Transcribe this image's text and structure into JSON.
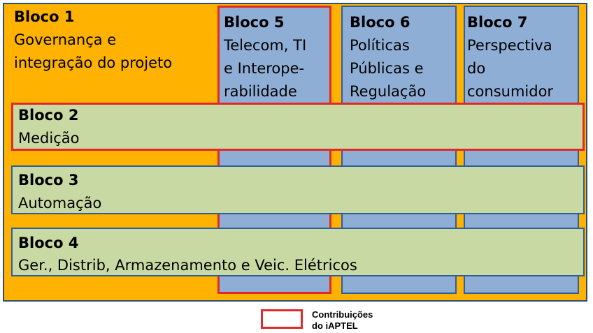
{
  "blocks": {
    "b1": {
      "title": "Bloco 1",
      "lines": [
        "Governança e",
        "integração do projeto"
      ]
    },
    "b2": {
      "title": "Bloco 2",
      "lines": [
        "Medição"
      ]
    },
    "b3": {
      "title": "Bloco 3",
      "lines": [
        "Automação"
      ]
    },
    "b4": {
      "title": "Bloco 4",
      "lines": [
        "Ger., Distrib, Armazenamento e Veic. Elétricos"
      ]
    },
    "b5": {
      "title": "Bloco 5",
      "lines": [
        "Telecom, TI",
        "e Interope-",
        "rabilidade"
      ]
    },
    "b6": {
      "title": "Bloco 6",
      "lines": [
        "Políticas",
        "Públicas e",
        "Regulação"
      ]
    },
    "b7": {
      "title": "Bloco 7",
      "lines": [
        "Perspectiva",
        "do",
        "consumidor"
      ]
    }
  },
  "legend": {
    "lines": [
      "Contribuições",
      "do iAPTEL"
    ]
  },
  "colors": {
    "block1_fill": "#FFB300",
    "vertical_fill": "#8FAED6",
    "horizontal_fill": "#C9D9A3",
    "highlight_border": "#E02A2A",
    "block_border": "#2F5F9A"
  }
}
